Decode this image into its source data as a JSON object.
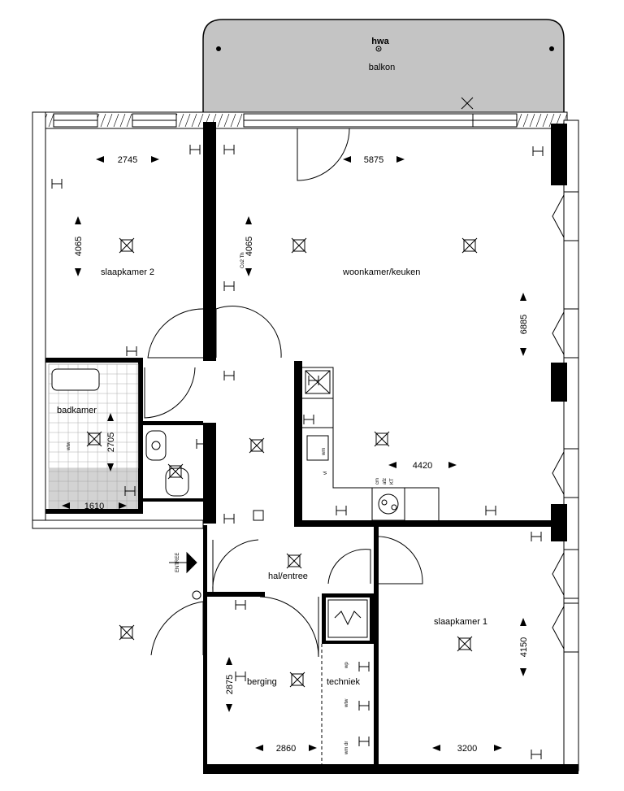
{
  "balcony": {
    "title": "balkon",
    "hwa": "hwa"
  },
  "rooms": {
    "slaapkamer2": "slaapkamer 2",
    "woonkamer": "woonkamer/keuken",
    "badkamer": "badkamer",
    "hal": "hal/entree",
    "slaapkamer1": "slaapkamer 1",
    "berging": "berging",
    "techniek": "techniek"
  },
  "dimensions": {
    "sk2_width": "2745",
    "sk2_depth": "4065",
    "wk_width": "5875",
    "wk_depth_left": "4065",
    "wk_depth_right": "6885",
    "kitchen_width": "4420",
    "bath_width": "1610",
    "bath_depth": "2705",
    "berging_depth": "2875",
    "berging_width": "2860",
    "sk1_width": "3200",
    "sk1_depth": "4150"
  },
  "small_labels": {
    "co2": "Co2 Th",
    "wtw": "wtw",
    "entree": "ENTREE",
    "kt": "KT",
    "afz": "afz",
    "cm": "cm",
    "vl": "vl",
    "wp": "wp",
    "wm_dr": "wm dr",
    "wm": "wm"
  }
}
